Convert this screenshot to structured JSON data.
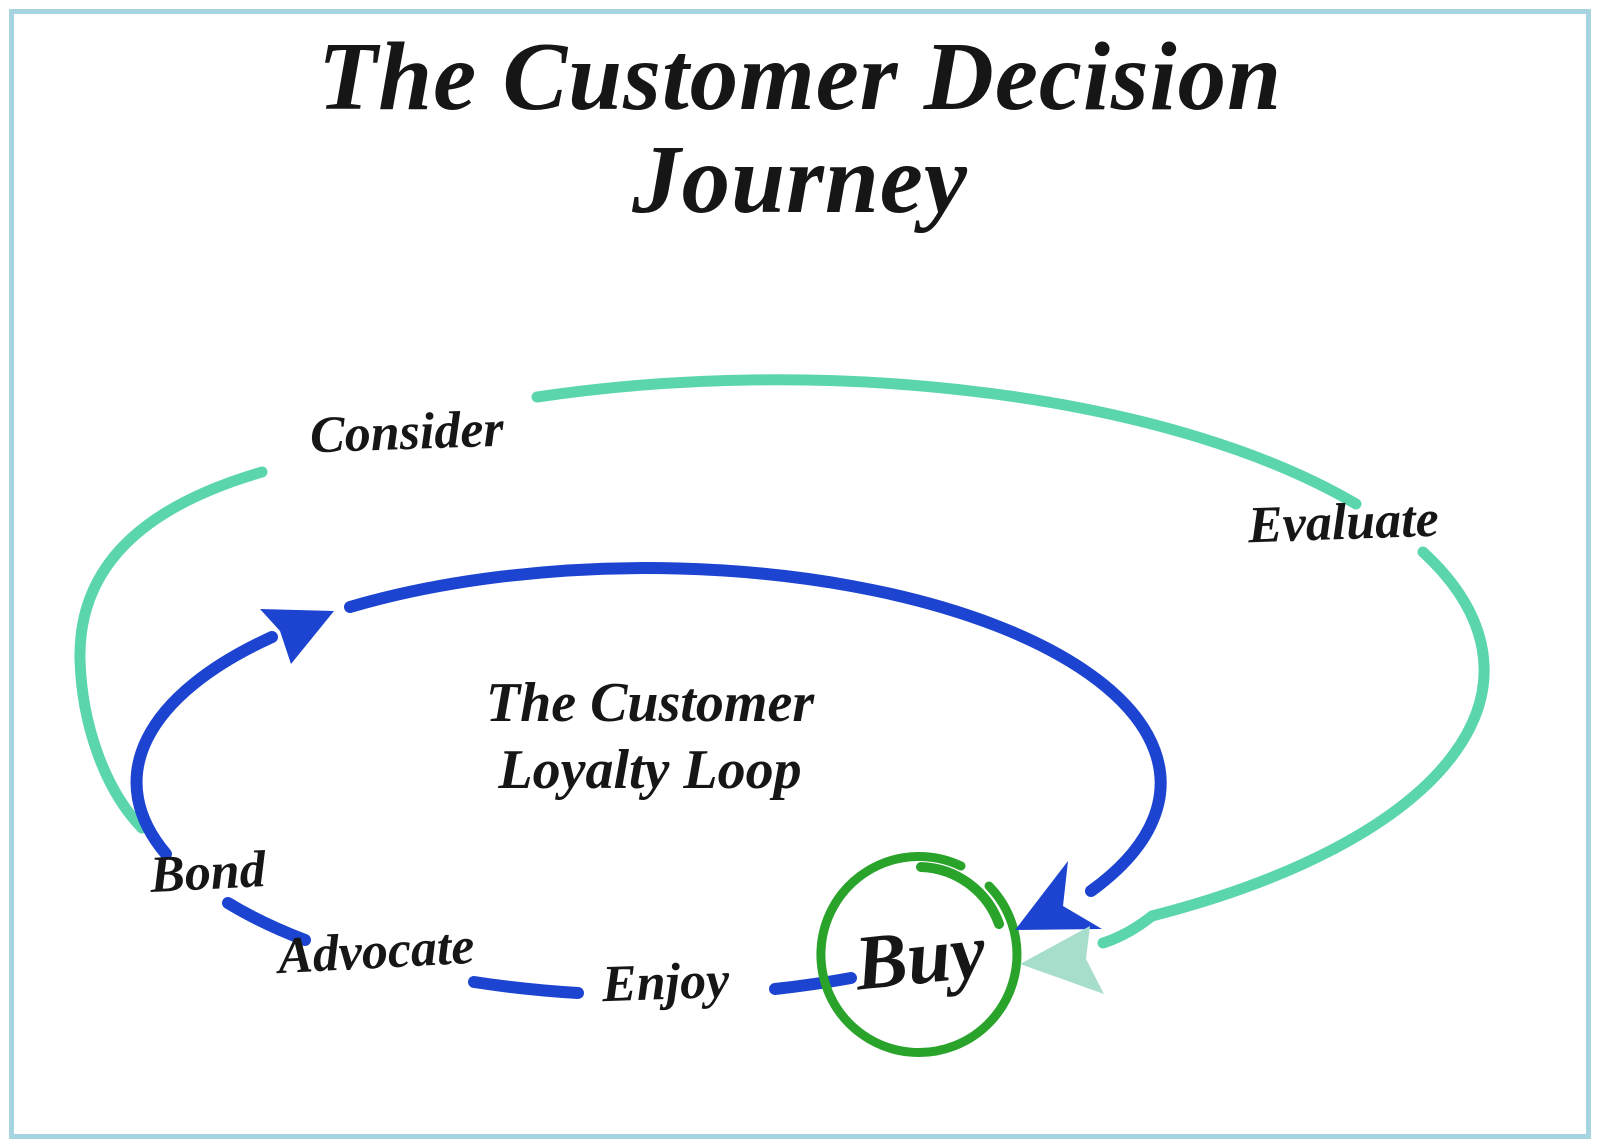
{
  "title": {
    "line1": "The Customer Decision",
    "line2": "Journey"
  },
  "outer_loop": {
    "consider_label": "Consider",
    "evaluate_label": "Evaluate"
  },
  "loyalty_loop": {
    "caption_line1": "The Customer",
    "caption_line2": "Loyalty Loop",
    "bond_label": "Bond",
    "advocate_label": "Advocate",
    "enjoy_label": "Enjoy"
  },
  "buy_node": {
    "label": "Buy"
  },
  "colors": {
    "outer_arc": "#5BD6AC",
    "outer_arrowhead": "#A7DECB",
    "inner_arc": "#1C44D0",
    "buy_circle_green": "#2AA32B",
    "page_border": "#A6D4E0",
    "text": "#161616",
    "background": "#FFFFFF"
  }
}
